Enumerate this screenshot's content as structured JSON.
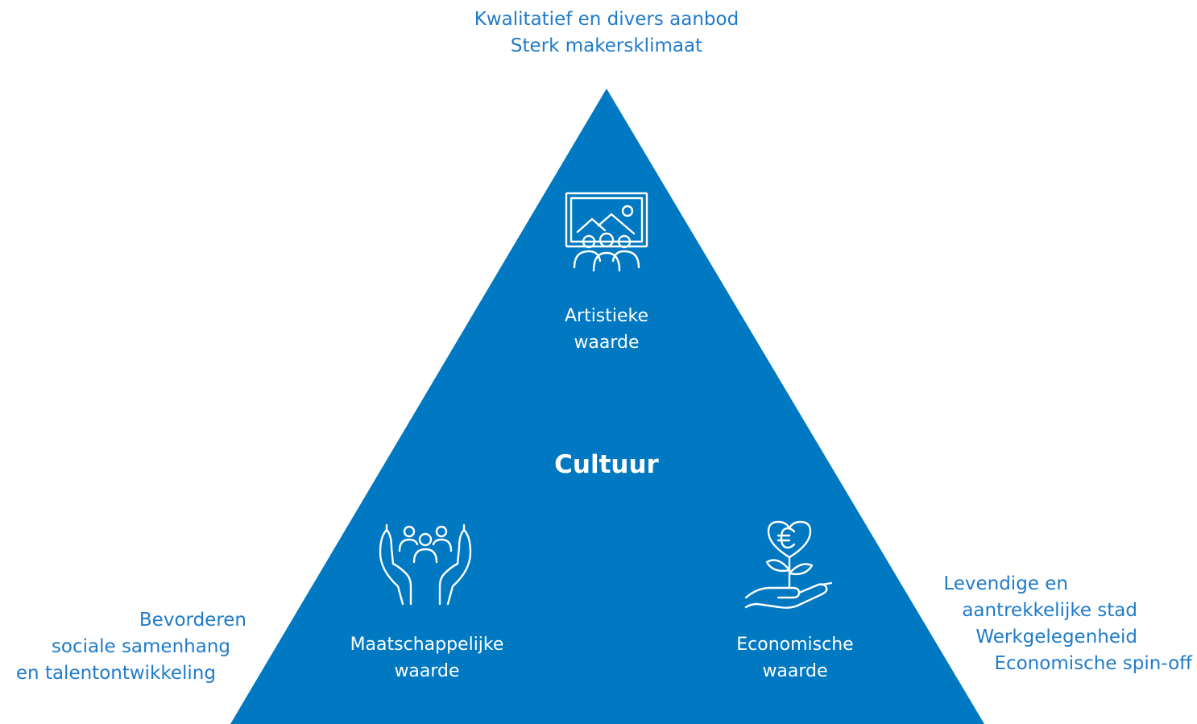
{
  "colors": {
    "triangle": "#0078c2",
    "text_blue": "#1f7bc9",
    "icon_white": "#ffffff"
  },
  "top_annotation": {
    "line1": "Kwalitatief en divers aanbod",
    "line2": "Sterk makersklimaat"
  },
  "left_annotation": {
    "line1": "Bevorderen",
    "line2": "sociale samenhang",
    "line3": "en talentontwikkeling"
  },
  "right_annotation": {
    "line1": "Levendige en",
    "line2": "aantrekkelijke stad",
    "line3": "Werkgelegenheid",
    "line4": "Economische spin-off"
  },
  "center": {
    "title": "Cultuur"
  },
  "corners": {
    "artistic": {
      "line1": "Artistieke",
      "line2": "waarde",
      "icon": "framed-painting-audience-icon"
    },
    "social": {
      "line1": "Maatschappelijke",
      "line2": "waarde",
      "icon": "hands-holding-people-icon"
    },
    "economic": {
      "line1": "Economische",
      "line2": "waarde",
      "icon": "hand-growing-euro-plant-icon"
    }
  }
}
